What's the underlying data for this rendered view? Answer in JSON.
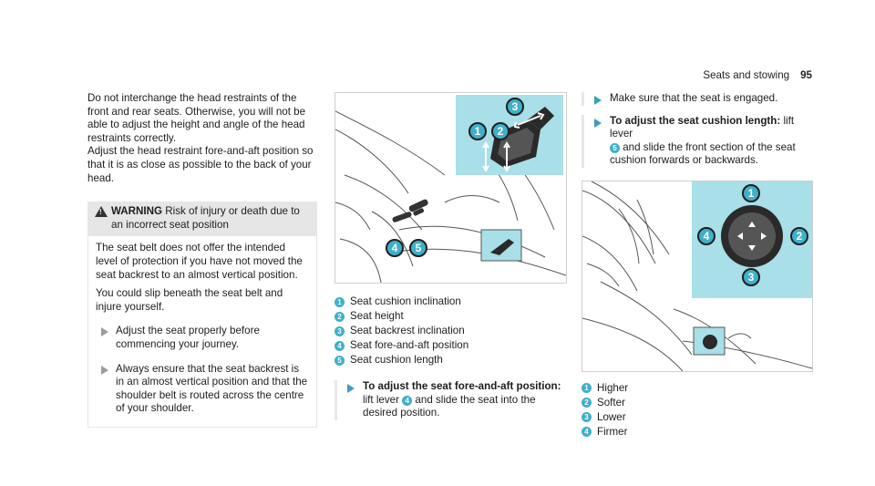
{
  "header": {
    "section": "Seats and stowing",
    "page": "95"
  },
  "col1": {
    "para1": "Do not interchange the head restraints of the front and rear seats. Otherwise, you will not be able to adjust the height and angle of the head restraints correctly.",
    "para2": "Adjust the head restraint fore-and-aft position so that it is as close as possible to the back of your head.",
    "warning": {
      "label": "WARNING",
      "title": "Risk of injury or death due to an incorrect seat position",
      "body1": "The seat belt does not offer the intended level of protection if you have not moved the seat backrest to an almost vertical position.",
      "body2": "You could slip beneath the seat belt and injure yourself.",
      "step1": "Adjust the seat properly before commencing your journey.",
      "step2": "Always ensure that the seat backrest is in an almost vertical position and that the shoulder belt is routed across the centre of your shoulder."
    }
  },
  "col2": {
    "legend": [
      {
        "num": "1",
        "text": "Seat cushion inclination"
      },
      {
        "num": "2",
        "text": "Seat height"
      },
      {
        "num": "3",
        "text": "Seat backrest inclination"
      },
      {
        "num": "4",
        "text": "Seat fore-and-aft position"
      },
      {
        "num": "5",
        "text": "Seat cushion length"
      }
    ],
    "step_title": "To adjust the seat fore-and-aft position:",
    "step_pre": "lift lever",
    "step_num": "4",
    "step_post": "and slide the seat into the desired position."
  },
  "col3": {
    "step1": "Make sure that the seat is engaged.",
    "step2_title": "To adjust the seat cushion length:",
    "step2_pre": "lift lever",
    "step2_num": "5",
    "step2_post": "and slide the front section of the seat cushion forwards or backwards.",
    "legend": [
      {
        "num": "1",
        "text": "Higher"
      },
      {
        "num": "2",
        "text": "Softer"
      },
      {
        "num": "3",
        "text": "Lower"
      },
      {
        "num": "4",
        "text": "Firmer"
      }
    ]
  },
  "fig1_callouts": [
    "1",
    "2",
    "3",
    "4",
    "5"
  ],
  "fig2_callouts": [
    "1",
    "2",
    "3",
    "4"
  ],
  "colors": {
    "accent": "#3fb0c9",
    "panel": "#a8dfe8",
    "line": "#555555"
  }
}
